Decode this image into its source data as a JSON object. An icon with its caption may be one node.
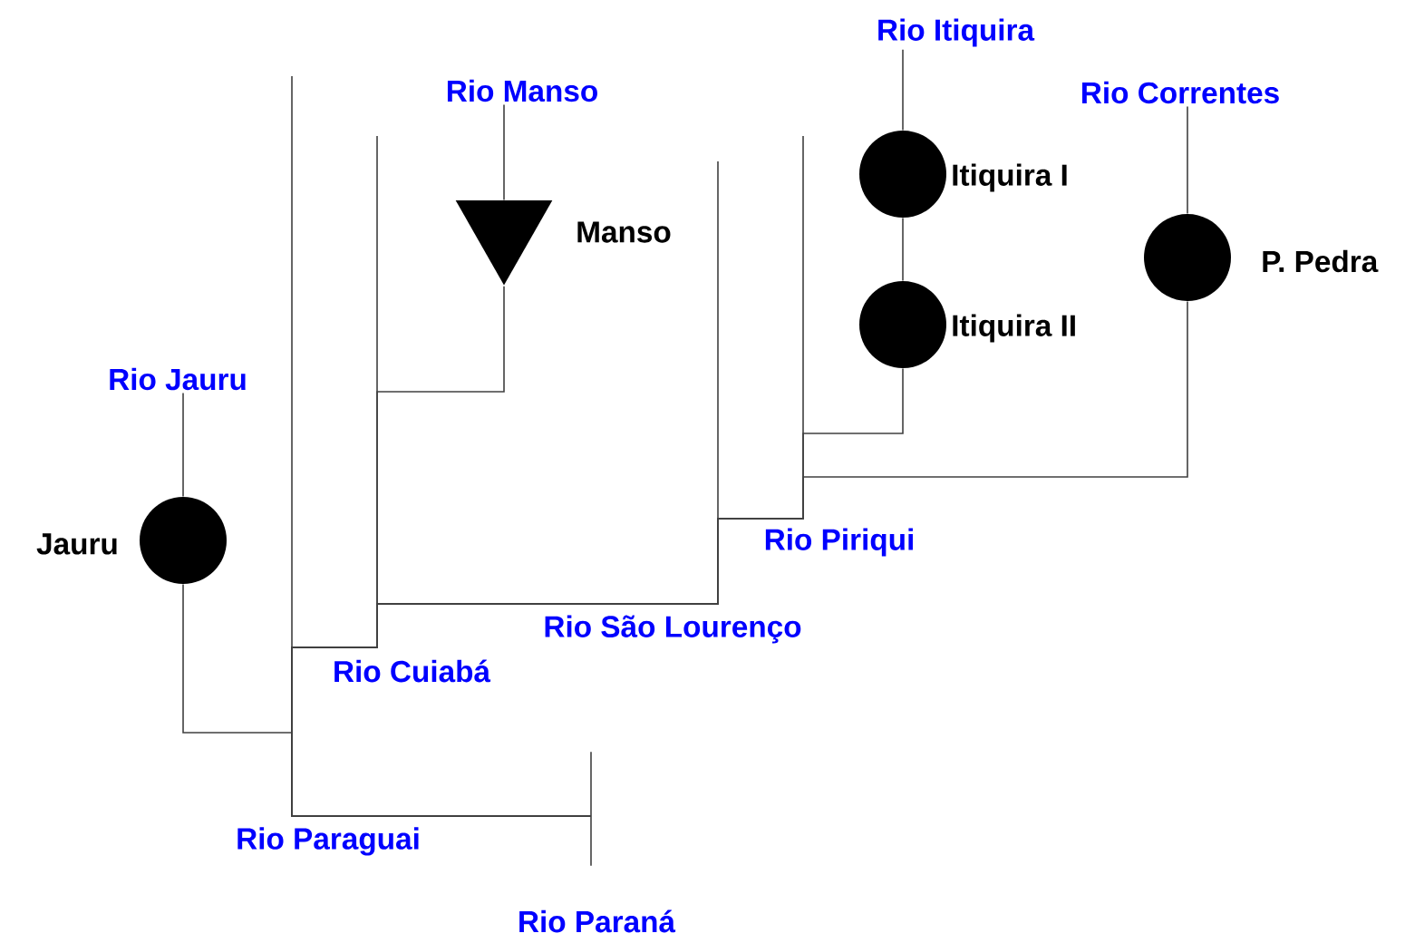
{
  "diagram": {
    "nodes": [
      {
        "text": [
          "Rio Itiquira"
        ]
      },
      {
        "text": [
          "Rio Manso"
        ]
      },
      {
        "text": [
          "Rio Correntes"
        ]
      },
      {
        "text": [
          "Itiquira I"
        ]
      },
      {
        "text": [
          "Manso"
        ]
      },
      {
        "text": [
          "P. Pedra"
        ]
      },
      {
        "text": [
          "Itiquira II"
        ]
      },
      {
        "text": [
          "Rio Jauru"
        ]
      },
      {
        "text": [
          "Jauru"
        ]
      },
      {
        "text": [],
        "shape": "bar"
      }
    ],
    "edges": [
      {
        "from": 0,
        "to": 3,
        "arrow": "none"
      },
      {
        "from": 3,
        "to": 6,
        "arrow": "none"
      },
      {
        "from": 6,
        "to": 9,
        "arrow": "none"
      },
      {
        "from": 1,
        "to": 4,
        "arrow": "none"
      },
      {
        "from": 4,
        "to": 9,
        "arrow": "none"
      },
      {
        "from": 2,
        "to": 5,
        "arrow": "none"
      },
      {
        "from": 5,
        "to": 9,
        "arrow": "none"
      },
      {
        "from": 7,
        "to": 8,
        "arrow": "none"
      },
      {
        "from": 8,
        "to": 9,
        "arrow": "none"
      },
      {
        "from": null,
        "to": 9,
        "arrow": "none"
      },
      {
        "from": null,
        "to": 9,
        "arrow": "none"
      },
      {
        "from": null,
        "to": 9,
        "arrow": "none"
      },
      {
        "from": null,
        "to": 9,
        "arrow": "none"
      }
    ],
    "labels": [
      "Rio Piriqui",
      "Rio São Lourenço",
      "Rio Cuiabá",
      "Rio Paraguai",
      "Rio Paraná"
    ]
  }
}
